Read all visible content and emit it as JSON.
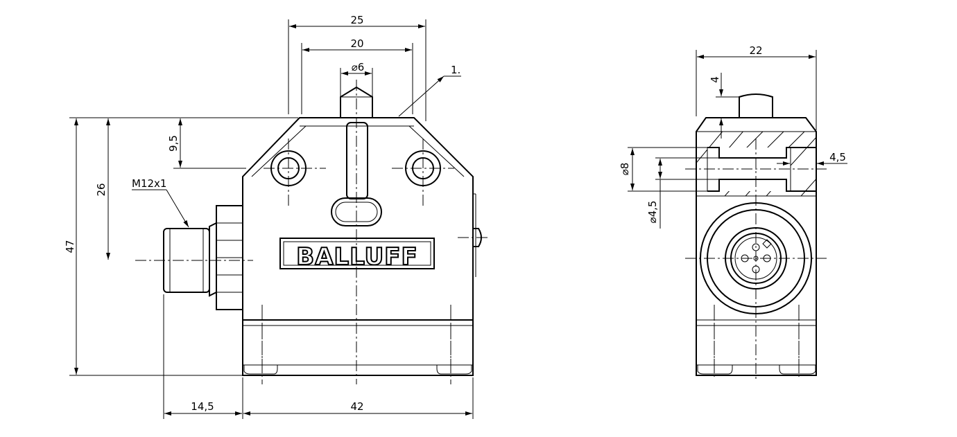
{
  "brand": "BALLUFF",
  "dimensions": {
    "front_width_top": "25",
    "front_width_inner": "20",
    "plunger_diameter": "⌀6",
    "callout": "1.",
    "height_total": "47",
    "height_connector": "26",
    "height_holes": "9,5",
    "thread": "M12x1",
    "connector_length": "14,5",
    "body_width": "42",
    "side_width": "22",
    "side_top": "4",
    "counterbore": "⌀8",
    "hole": "⌀4,5",
    "side_offset": "4,5"
  }
}
